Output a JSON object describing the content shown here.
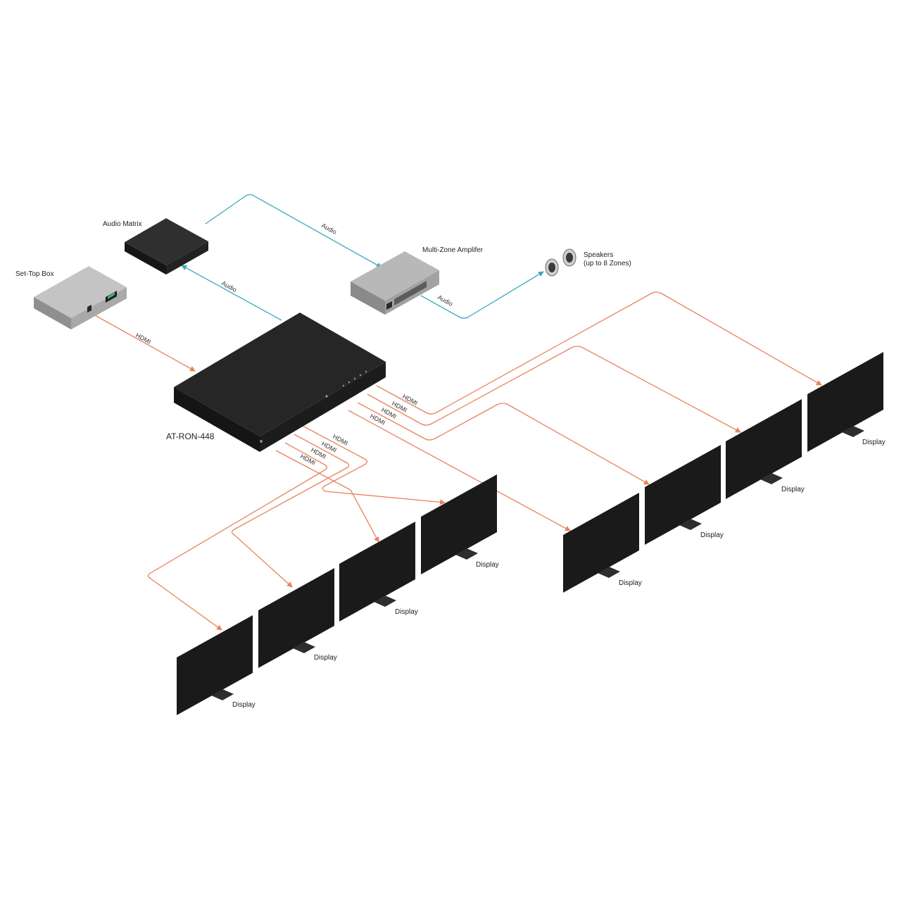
{
  "colors": {
    "hdmi": "#e8825c",
    "audio": "#3aa9c1",
    "device_dark": "#1e1e1e",
    "device_grey": "#a9a9a9"
  },
  "devices": {
    "switcher": "AT-RON-448",
    "set_top_box": "Set-Top Box",
    "audio_matrix": "Audio Matrix",
    "amplifier": "Multi-Zone Amplifer",
    "speakers_line1": "Speakers",
    "speakers_line2": "(up to 8 Zones)"
  },
  "cables": {
    "hdmi": "HDMI",
    "audio": "Audio"
  },
  "displays": [
    "Display",
    "Display",
    "Display",
    "Display",
    "Display",
    "Display",
    "Display",
    "Display"
  ]
}
